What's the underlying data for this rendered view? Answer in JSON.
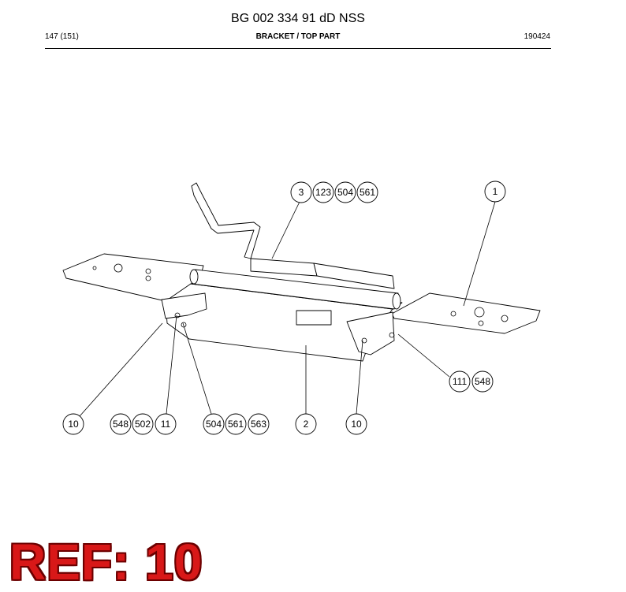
{
  "header": {
    "document_title": "BG 002 334 91 dD NSS",
    "page": "147 (151)",
    "part_name": "BRACKET / TOP PART",
    "date_code": "190424"
  },
  "callouts": {
    "c3": "3",
    "c123": "123",
    "c504a": "504",
    "c561a": "561",
    "c1": "1",
    "c111": "111",
    "c548a": "548",
    "c10a": "10",
    "c548b": "548",
    "c502": "502",
    "c11": "11",
    "c504b": "504",
    "c561b": "561",
    "c563": "563",
    "c2": "2",
    "c10b": "10"
  },
  "reference": {
    "label": "REF: 10",
    "color": "#d81818"
  }
}
